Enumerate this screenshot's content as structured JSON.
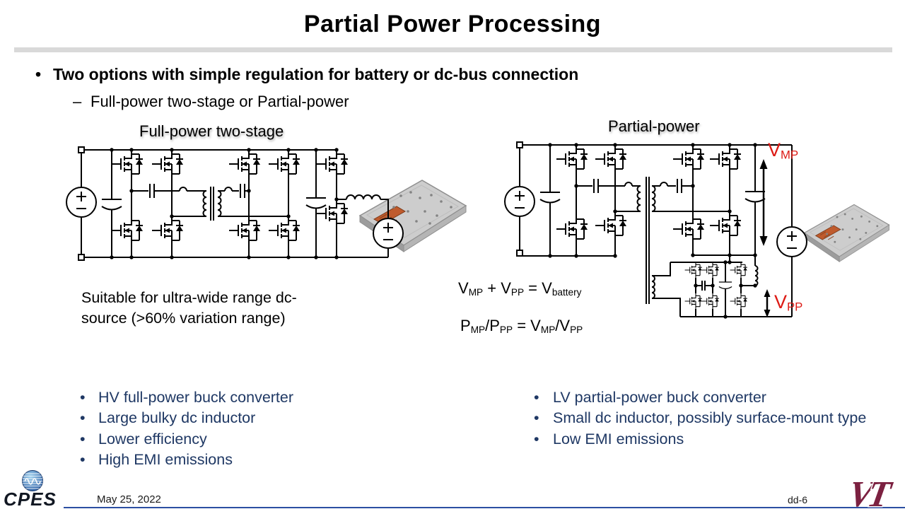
{
  "title": "Partial Power Processing",
  "bullets": {
    "marker": "•",
    "main": "Two options with simple regulation for battery or dc-bus connection",
    "sub_marker": "–",
    "sub": "Full-power two-stage or Partial-power"
  },
  "diagrams": {
    "left": {
      "label": "Full-power two-stage",
      "note1": "Suitable for ultra-wide range dc-",
      "note2": "source (>60% variation range)"
    },
    "right": {
      "label": "Partial-power",
      "vmp": [
        "V",
        "MP"
      ],
      "vpp": [
        "V",
        "PP"
      ]
    }
  },
  "equations": {
    "eq1": [
      "V",
      "MP",
      " + V",
      "PP",
      " = V",
      "battery"
    ],
    "eq2": [
      "P",
      "MP",
      "/P",
      "PP",
      " = V",
      "MP",
      "/V",
      "PP"
    ]
  },
  "lists": {
    "marker": "•",
    "left": [
      "HV full-power buck converter",
      "Large bulky dc inductor",
      "Lower efficiency",
      "High EMI emissions"
    ],
    "right": [
      "LV partial-power buck converter",
      "Small dc inductor, possibly surface-mount type",
      "Low EMI emissions"
    ]
  },
  "footer": {
    "date": "May 25, 2022",
    "slide_code": "dd-6",
    "cpes": "CPES",
    "vt": [
      "V",
      "T"
    ]
  },
  "icons": {
    "cpes_globe": "cpes-globe-icon",
    "vt_logo": "vt-logo",
    "battery_left": "battery-module-image",
    "battery_right": "battery-module-image"
  },
  "colors": {
    "list_navy": "#1F3864",
    "label_red": "#DD1A14",
    "vt_maroon": "#7C2141",
    "divider_gray": "#D9D9D9",
    "footer_line": "#2B4EA2"
  }
}
